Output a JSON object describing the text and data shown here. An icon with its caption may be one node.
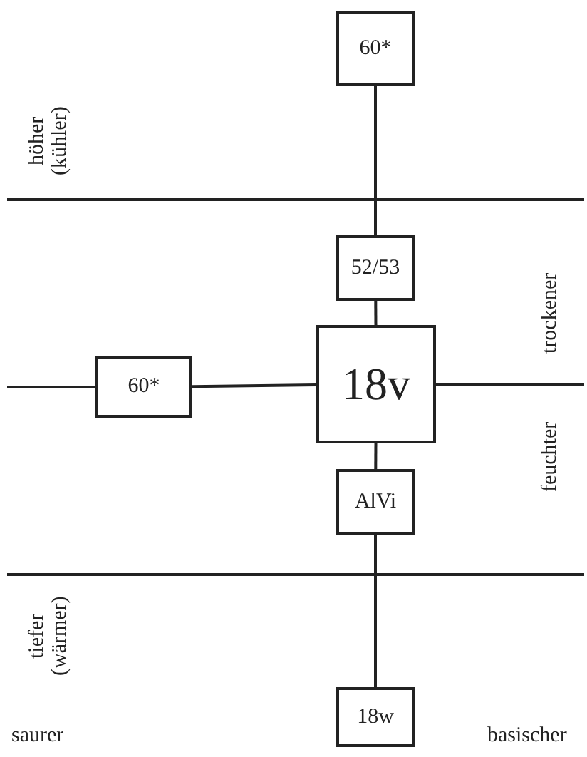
{
  "diagram": {
    "nodes": [
      {
        "text": [
          "60*"
        ]
      },
      {
        "text": [
          "52/53"
        ]
      },
      {
        "text": [
          "60*"
        ]
      },
      {
        "text": [
          "18v"
        ]
      },
      {
        "text": [
          "AlVi"
        ]
      },
      {
        "text": [
          "18w"
        ]
      }
    ],
    "edges": [
      {
        "from": 0,
        "to": 1,
        "arrow": "none"
      },
      {
        "from": 1,
        "to": 3,
        "arrow": "none"
      },
      {
        "from": null,
        "to": 2,
        "arrow": "none"
      },
      {
        "from": 2,
        "to": 3,
        "arrow": "none"
      },
      {
        "from": 3,
        "to": null,
        "arrow": "none"
      },
      {
        "from": 3,
        "to": 4,
        "arrow": "none"
      },
      {
        "from": 4,
        "to": 5,
        "arrow": "none"
      }
    ],
    "labels": [
      "höher (kühler)",
      "trockener",
      "feuchter",
      "tiefer (wärmer)",
      "saurer",
      "basischer"
    ]
  }
}
